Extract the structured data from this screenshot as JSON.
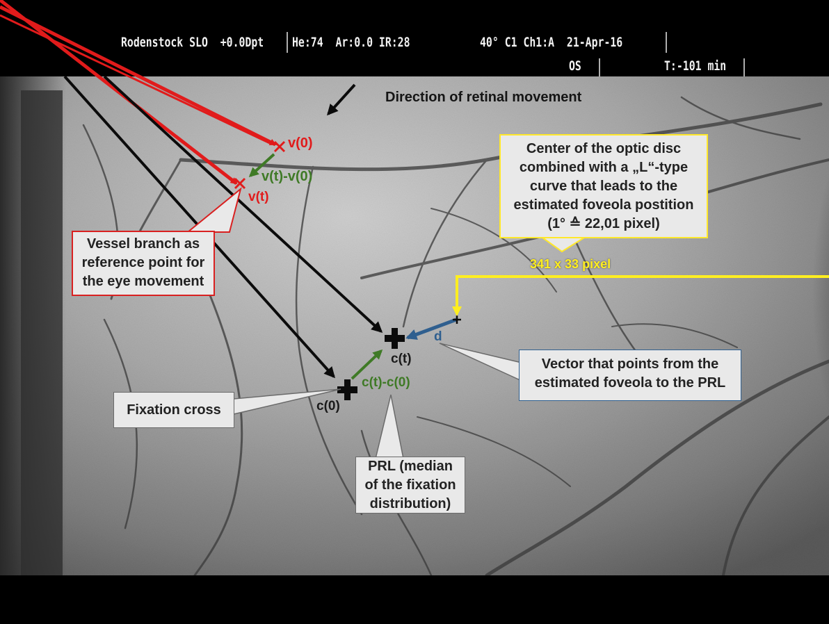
{
  "header": {
    "line1_left": "Rodenstock SLO  +0.0Dpt",
    "line1_mid": "He:74  Ar:0.0 IR:28",
    "line1_right": "40° C1 Ch1:A  21-Apr-16",
    "line2_eye": "OS",
    "line2_time": "T:-101 min"
  },
  "labels": {
    "direction": "Direction of retinal movement",
    "v0": "v(0)",
    "vt_minus_v0": "v(t)-v(0)",
    "vt": "v(t)",
    "ct": "c(t)",
    "ct_minus_c0": "c(t)-c(0)",
    "c0": "c(0)",
    "d": "d",
    "measurement": "341 x 33 pixel"
  },
  "callouts": {
    "vessel": [
      "Vessel branch as",
      "reference point for",
      "the eye movement"
    ],
    "optic_disc": [
      "Center of the optic disc",
      "combined with a „L“-type",
      "curve that leads to the",
      "estimated foveola postition",
      "(1° ≙ 22,01 pixel)"
    ],
    "vector": [
      "Vector that points from the",
      "estimated foveola to the PRL"
    ],
    "fixation": [
      "Fixation cross"
    ],
    "prl": [
      "PRL (median",
      "of the fixation",
      "distribution)"
    ]
  },
  "colors": {
    "red": "#e11b1b",
    "black": "#0b0b0b",
    "green": "#3f7a26",
    "blue": "#2f5f8f",
    "yellow": "#ffee20",
    "callout_red_border": "#d92020",
    "callout_yellow_border": "#ffe82a",
    "callout_blue_border": "#2f5f8f",
    "callout_gray_border": "#6a6a6a"
  }
}
